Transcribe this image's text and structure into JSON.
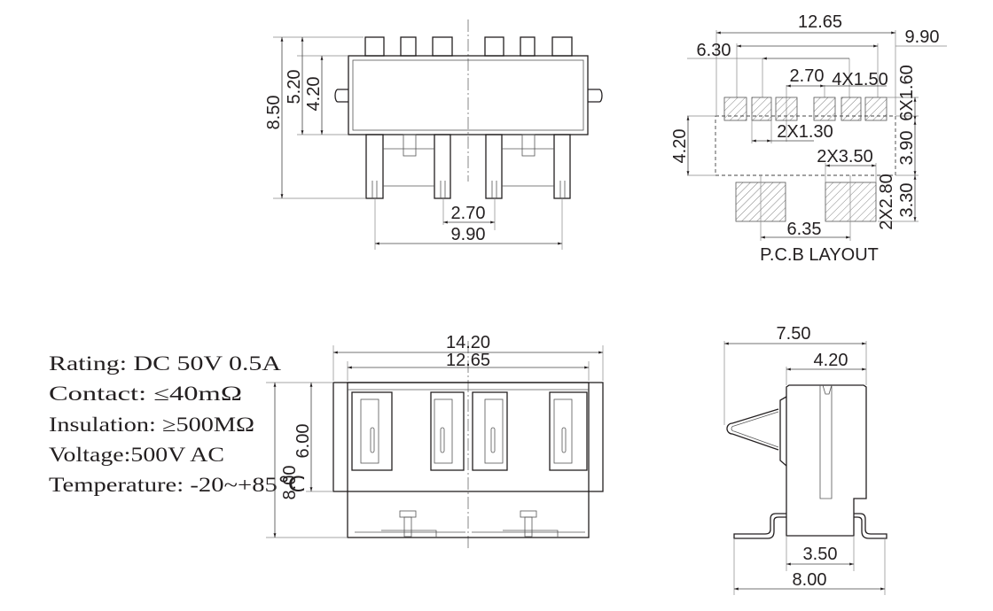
{
  "top_view": {
    "dims": {
      "overall_height": "8.50",
      "body_height_outer": "5.20",
      "body_height_inner": "4.20",
      "pitch": "2.70",
      "pin_span": "9.90"
    }
  },
  "pcb_layout": {
    "title": "P.C.B LAYOUT",
    "dims": {
      "overall_width": "12.65",
      "outer_pad_span": "9.90",
      "inner_span": "6.30",
      "pitch": "2.70",
      "pad_width": "4X1.50",
      "pad_height": "6X1.60",
      "pad_pitch": "2X1.30",
      "body_height": "4.20",
      "row_gap": "3.90",
      "large_pad_width": "2X3.50",
      "large_pad_height": "2X2.80",
      "large_pad_row": "3.30",
      "large_pad_pitch": "6.35"
    }
  },
  "front_view": {
    "dims": {
      "overall_width": "14.20",
      "body_width": "12.65",
      "overall_height": "8.00",
      "body_height": "6.00"
    }
  },
  "side_view": {
    "dims": {
      "overall_depth": "7.50",
      "body_depth": "4.20",
      "base_width": "3.50",
      "foot_span": "8.00"
    }
  },
  "specs": [
    "Rating: DC 50V 0.5A",
    "Contact: ≤40mΩ",
    "Insulation: ≥500MΩ",
    "Voltage:500V AC",
    "Temperature: -20~+85℃"
  ]
}
